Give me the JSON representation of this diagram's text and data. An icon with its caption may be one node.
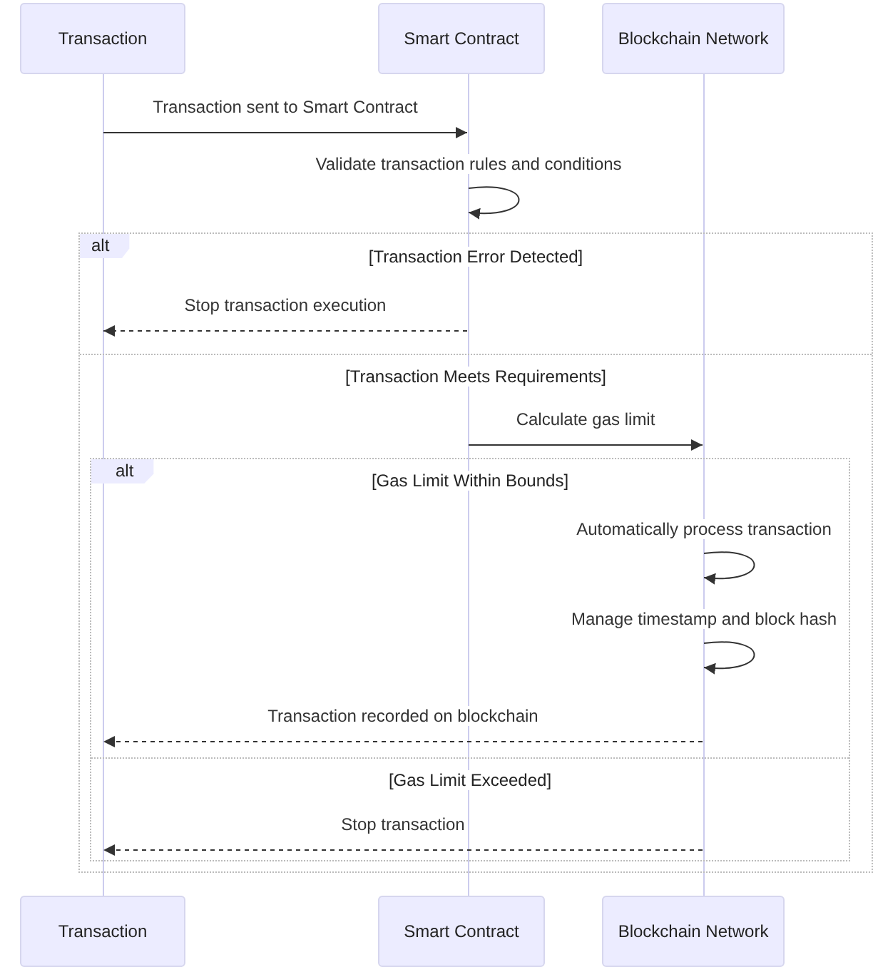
{
  "diagram": {
    "nodes": [
      {
        "text": [
          "Transaction"
        ]
      },
      {
        "text": [
          "Smart Contract"
        ]
      },
      {
        "text": [
          "Blockchain Network"
        ]
      },
      {
        "text": [],
        "shape": "bar"
      },
      {
        "text": [],
        "shape": "bar"
      },
      {
        "text": [],
        "shape": "bar"
      },
      {
        "text": [
          "Transaction"
        ]
      },
      {
        "text": [
          "Smart Contract"
        ]
      },
      {
        "text": [
          "Blockchain Network"
        ]
      }
    ],
    "edges": [
      {
        "from": 3,
        "to": 4,
        "arrow": "to",
        "label": "Transaction sent to Smart Contract"
      },
      {
        "from": 4,
        "to": 4,
        "arrow": "to",
        "label": "Validate transaction rules and conditions"
      },
      {
        "from": 4,
        "to": 3,
        "arrow": "to",
        "label": "Stop transaction execution",
        "style": "dashed"
      },
      {
        "from": 4,
        "to": 5,
        "arrow": "to",
        "label": "Calculate gas limit"
      },
      {
        "from": 5,
        "to": 5,
        "arrow": "to",
        "label": "Automatically process transaction"
      },
      {
        "from": 5,
        "to": 5,
        "arrow": "to",
        "label": "Manage timestamp and block hash"
      },
      {
        "from": 5,
        "to": 3,
        "arrow": "to",
        "label": "Transaction recorded on blockchain",
        "style": "dashed"
      },
      {
        "from": 5,
        "to": 3,
        "arrow": "to",
        "label": "Stop transaction",
        "style": "dashed"
      }
    ],
    "labels": [
      "alt",
      "[Transaction Error Detected]",
      "[Transaction Meets Requirements]",
      "alt",
      "[Gas Limit Within Bounds]",
      "[Gas Limit Exceeded]"
    ]
  }
}
